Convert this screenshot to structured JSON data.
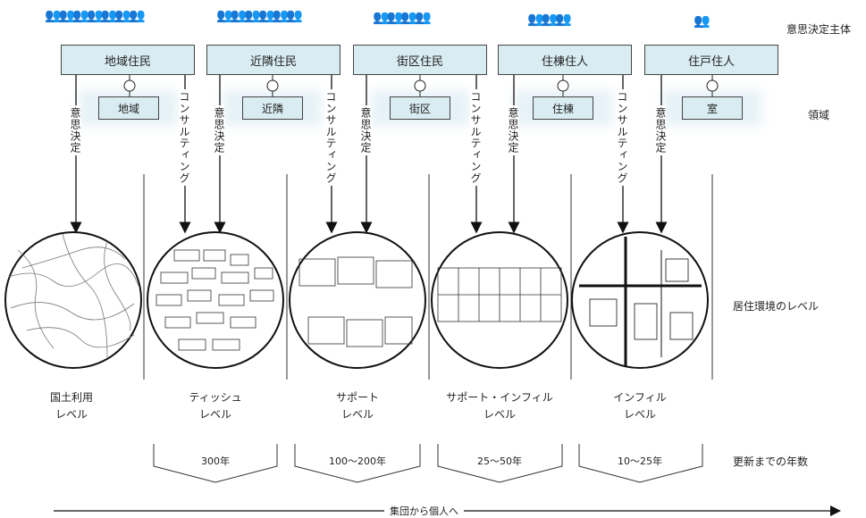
{
  "header_right": "意思決定主体",
  "subjects": [
    "地域住民",
    "近隣住民",
    "街区住民",
    "住棟住人",
    "住戸住人"
  ],
  "domains": [
    "地域",
    "近隣",
    "街区",
    "住棟",
    "室"
  ],
  "vertical_labels": {
    "decision": "意思決定",
    "consulting": "コンサルティング"
  },
  "right_labels": {
    "domain": "領域",
    "level": "居住環境のレベル",
    "years": "更新までの年数"
  },
  "levels": [
    {
      "line1": "国土利用",
      "line2": "レベル"
    },
    {
      "line1": "ティッシュ",
      "line2": "レベル"
    },
    {
      "line1": "サポート",
      "line2": "レベル"
    },
    {
      "line1": "サポート・インフィル",
      "line2": "レベル"
    },
    {
      "line1": "インフィル",
      "line2": "レベル"
    }
  ],
  "years": [
    "300年",
    "100〜200年",
    "25〜50年",
    "10〜25年"
  ],
  "bottom_label": "集団から個人へ",
  "people_icon": "person-icon",
  "colors": {
    "box_fill": "#d8ecf2",
    "line": "#222222"
  }
}
